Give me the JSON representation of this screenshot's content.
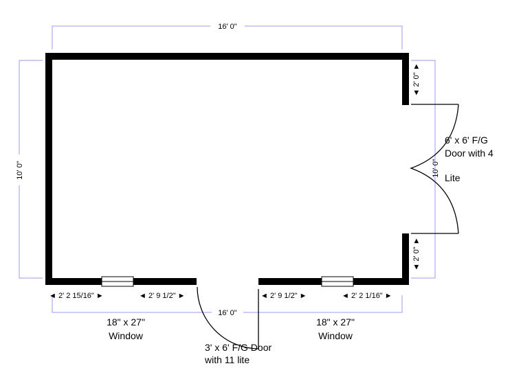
{
  "title": "Floor plan",
  "dimensions": {
    "top": "16' 0\"",
    "left": "10' 0\"",
    "bottom": "16' 0\"",
    "right": "10' 0\"",
    "right_top_segment": "2' 0\"",
    "right_bottom_segment": "2' 0\"",
    "bottom_segments": [
      "2' 2 15/16\"",
      "2' 9 1/2\"",
      "2' 9 1/2\"",
      "2' 2 1/16\""
    ]
  },
  "labels": {
    "window_left": [
      "18\" x 27\"",
      "Window"
    ],
    "window_right": [
      "18\" x 27\"",
      "Window"
    ],
    "door_front": [
      "3' x 6' F/G Door",
      "with 11 lite"
    ],
    "door_side": [
      "6' x 6' F/G",
      "Door with 4",
      "Lite"
    ]
  },
  "colors": {
    "wall": "#000000",
    "dimension": "#9999ee"
  }
}
